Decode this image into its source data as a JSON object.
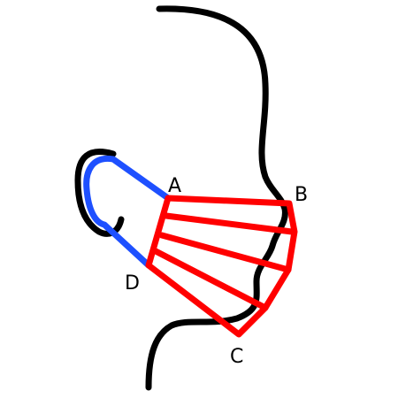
{
  "colors": {
    "background": "#ffffff",
    "profile": "#000000",
    "mask": "#ff0000",
    "ear_loop": "#1e50ff"
  },
  "labels": {
    "A": "A",
    "B": "B",
    "C": "C",
    "D": "D"
  }
}
